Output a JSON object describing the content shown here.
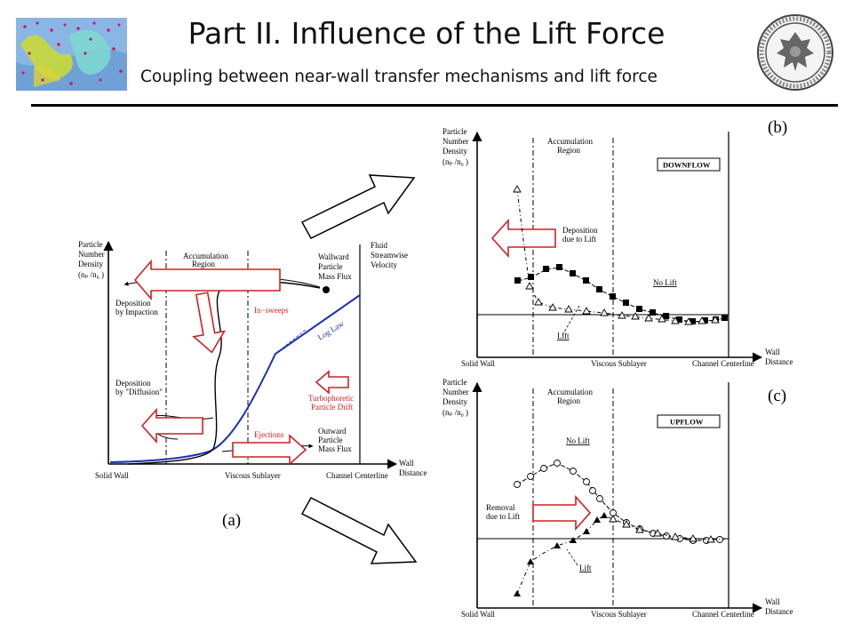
{
  "header": {
    "title": "Part II. Influence of the Lift Force",
    "subtitle": "Coupling between near-wall transfer mechanisms and lift force"
  },
  "panel_a": {
    "label": "(a)",
    "ylabel_1": "Particle",
    "ylabel_2": "Number",
    "ylabel_3": "Density",
    "ylabel_4": "(nₚ /n₀ )",
    "accum_1": "Accumulation",
    "accum_2": "Region",
    "fluid_1": "Fluid",
    "fluid_2": "Streamwise",
    "fluid_3": "Velocity",
    "wallward_1": "Wallward",
    "wallward_2": "Particle",
    "wallward_3": "Mass Flux",
    "dep_impact_1": "Deposition",
    "dep_impact_2": "by Impaction",
    "insweeps": "In−sweeps",
    "loglaw": "Log Law",
    "dep_diff_1": "Deposition",
    "dep_diff_2": "by \"Diffusion\"",
    "turbo_1": "Turbophoretic",
    "turbo_2": "Particle Drift",
    "ejections": "Ejections",
    "outward_1": "Outward",
    "outward_2": "Particle",
    "outward_3": "Mass Flux",
    "x_solid": "Solid Wall",
    "x_viscous": "Viscous Sublayer",
    "x_center": "Channel Centerline",
    "x_wall_1": "Wall",
    "x_wall_2": "Distance"
  },
  "panel_b": {
    "label": "(b)",
    "ylabel_1": "Particle",
    "ylabel_2": "Number",
    "ylabel_3": "Density",
    "ylabel_4": "(nₚ /n₀ )",
    "accum_1": "Accumulation",
    "accum_2": "Region",
    "flow_box": "DOWNFLOW",
    "dep_lift_1": "Deposition",
    "dep_lift_2": "due to Lift",
    "nolift": "No Lift",
    "lift": "Lift",
    "x_solid": "Solid Wall",
    "x_viscous": "Viscous Sublayer",
    "x_center": "Channel Centerline",
    "x_wall_1": "Wall",
    "x_wall_2": "Distance"
  },
  "panel_c": {
    "label": "(c)",
    "ylabel_1": "Particle",
    "ylabel_2": "Number",
    "ylabel_3": "Density",
    "ylabel_4": "(nₚ /n₀ )",
    "accum_1": "Accumulation",
    "accum_2": "Region",
    "flow_box": "UPFLOW",
    "removal_1": "Removal",
    "removal_2": "due to Lift",
    "nolift": "No Lift",
    "lift": "Lift",
    "x_solid": "Solid Wall",
    "x_viscous": "Viscous Sublayer",
    "x_center": "Channel Centerline",
    "x_wall_1": "Wall",
    "x_wall_2": "Distance"
  },
  "colors": {
    "red_arrow": "#cc2222",
    "blue_curve": "#1a2fb0"
  },
  "icons": {
    "logo": "particle-simulation-image",
    "seal": "university-seal"
  }
}
